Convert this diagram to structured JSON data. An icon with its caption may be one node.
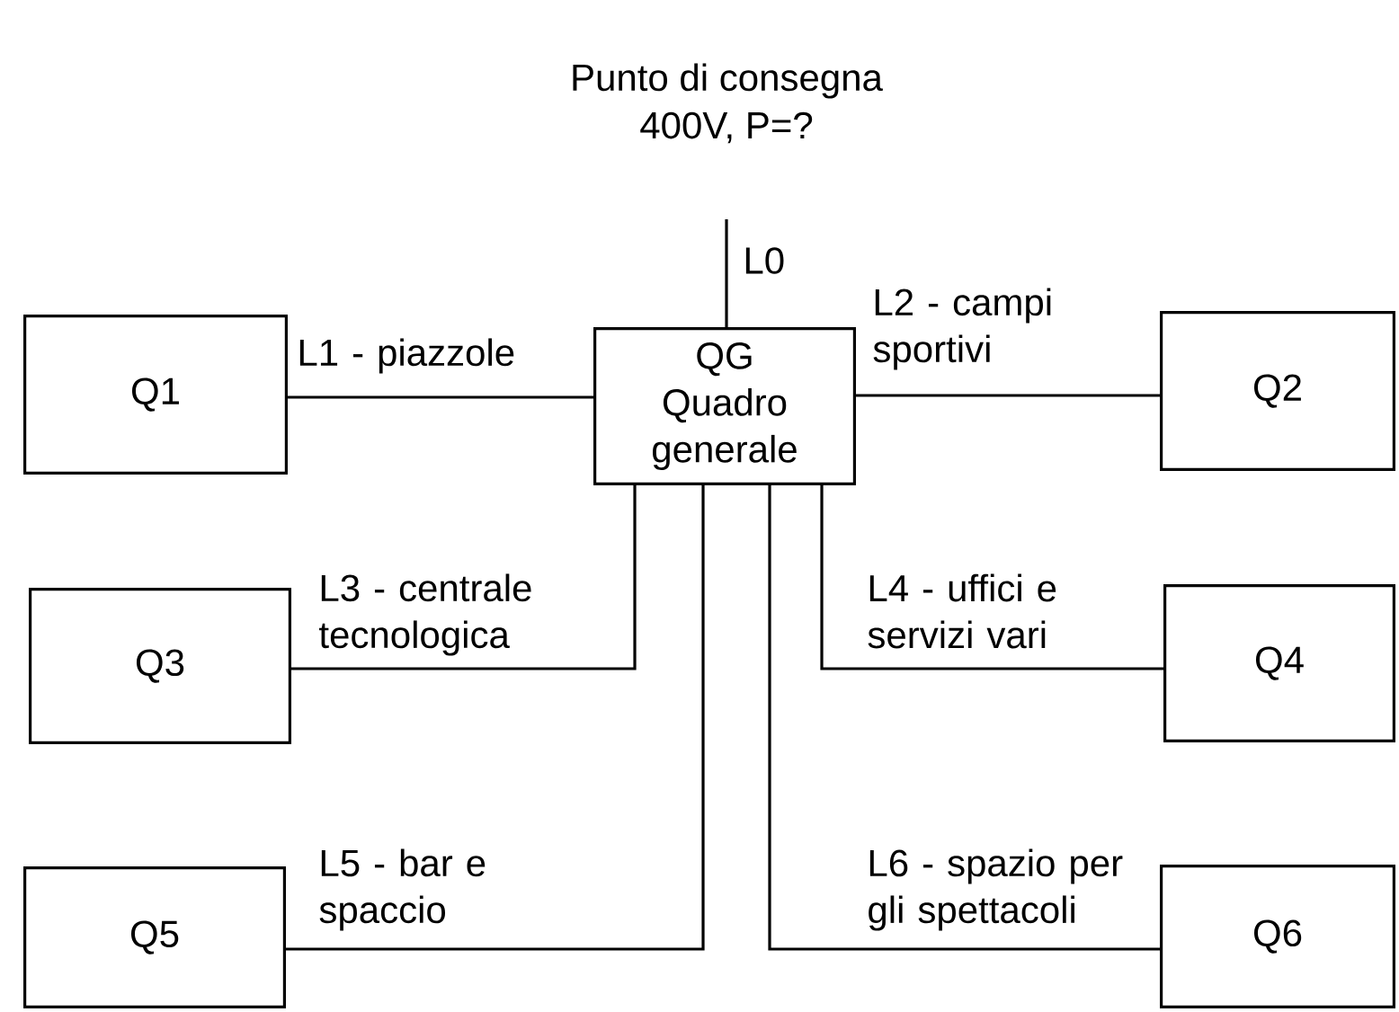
{
  "diagram": {
    "title": "Punto di consegna",
    "nodes": [
      {
        "text": [
          "QG Quadro generale"
        ]
      },
      {
        "text": [
          "Q1"
        ]
      },
      {
        "text": [
          "Q2"
        ]
      },
      {
        "text": [
          "Q3"
        ]
      },
      {
        "text": [
          "Q4"
        ]
      },
      {
        "text": [
          "Q5"
        ]
      },
      {
        "text": [
          "Q6"
        ]
      }
    ],
    "edges": [
      {
        "from": null,
        "to": 0,
        "arrow": "none",
        "label": "L0"
      },
      {
        "from": 0,
        "to": 1,
        "arrow": "none",
        "label": "L1 - piazzole"
      },
      {
        "from": 0,
        "to": 2,
        "arrow": "none",
        "label": "L2 - campi sportivi"
      },
      {
        "from": 0,
        "to": 3,
        "arrow": "none",
        "label": "L3 - centrale tecnologica"
      },
      {
        "from": 0,
        "to": 4,
        "arrow": "none",
        "label": "L4 - uffici e servizi vari"
      },
      {
        "from": 0,
        "to": 5,
        "arrow": "none",
        "label": "L5 - bar e spaccio"
      },
      {
        "from": 0,
        "to": 6,
        "arrow": "none",
        "label": "L6 - spazio per gli spettacoli"
      }
    ],
    "labels": [
      "400V, P=?"
    ]
  }
}
